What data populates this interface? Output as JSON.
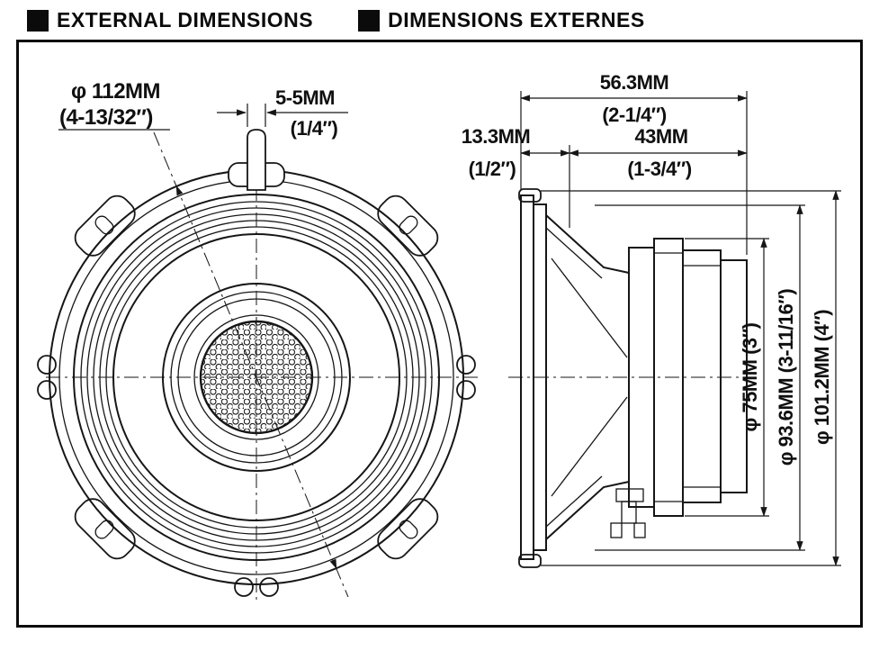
{
  "header": {
    "titles": [
      {
        "label": "EXTERNAL DIMENSIONS"
      },
      {
        "label": "DIMENSIONS EXTERNES"
      }
    ]
  },
  "colors": {
    "ink": "#111111",
    "bg": "#ffffff"
  },
  "front_view": {
    "outer_diameter_mm": "φ 112MM",
    "outer_diameter_in": "(4-13/32″)",
    "tab_width_mm": "5-5MM",
    "tab_width_in": "(1/4″)"
  },
  "side_view": {
    "total_depth_mm": "56.3MM",
    "total_depth_in": "(2-1/4″)",
    "flange_depth_mm": "13.3MM",
    "flange_depth_in": "(1/2″)",
    "body_depth_mm": "43MM",
    "body_depth_in": "(1-3/4″)",
    "magnet_diameter": "φ 75MM (3″)",
    "basket_diameter": "φ 93.6MM (3-11/16″)",
    "overall_diameter": "φ 101.2MM (4″)"
  }
}
